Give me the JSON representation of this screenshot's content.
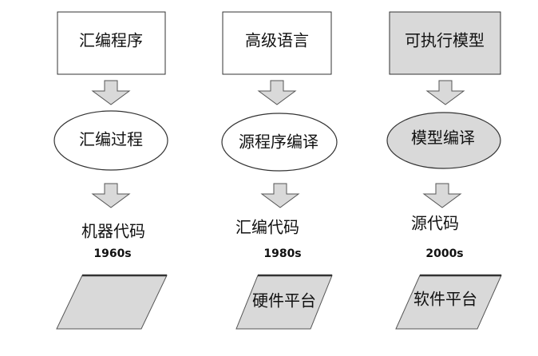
{
  "columns": [
    {
      "source": {
        "label": "汇编程序",
        "shaded": false
      },
      "process": {
        "label": "汇编过程",
        "shaded": false
      },
      "output": {
        "label": "机器代码"
      },
      "year": "1960s",
      "platform": {
        "label": ""
      }
    },
    {
      "source": {
        "label": "高级语言",
        "shaded": false
      },
      "process": {
        "label": "源程序编译",
        "shaded": false
      },
      "output": {
        "label": "汇编代码"
      },
      "year": "1980s",
      "platform": {
        "label": "硬件平台"
      }
    },
    {
      "source": {
        "label": "可执行模型",
        "shaded": true
      },
      "process": {
        "label": "模型编译",
        "shaded": true
      },
      "output": {
        "label": "源代码"
      },
      "year": "2000s",
      "platform": {
        "label": "软件平台"
      }
    }
  ],
  "colors": {
    "box_fill": "#ffffff",
    "box_shaded_fill": "#d9d9d9",
    "arrow_fill": "#d9d9d9",
    "platform_fill": "#d9d9d9",
    "stroke": "#333333",
    "text": "#111111"
  }
}
